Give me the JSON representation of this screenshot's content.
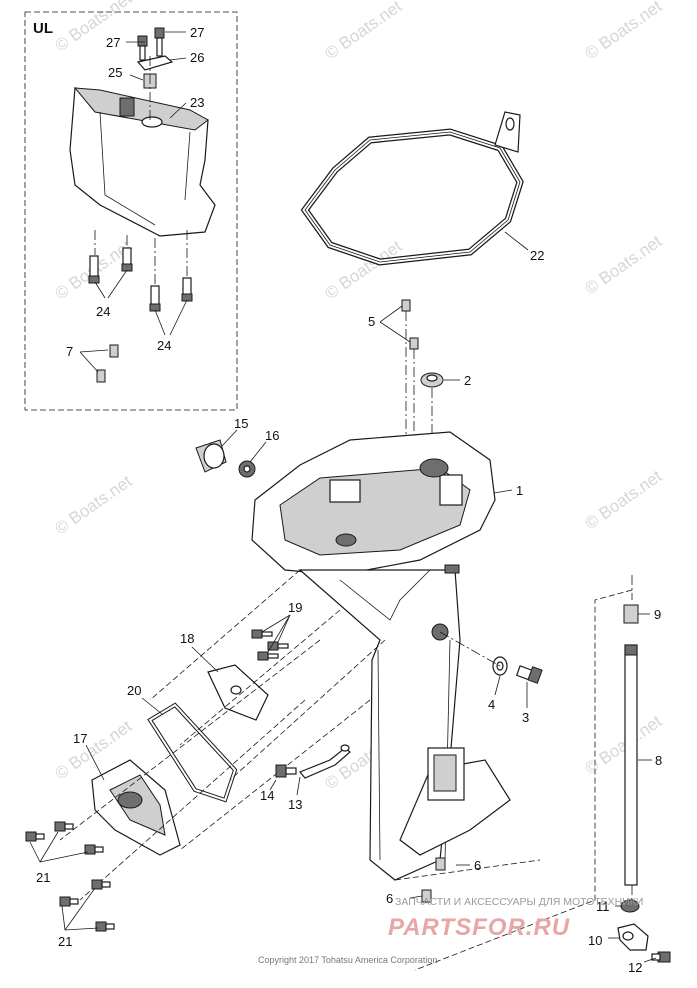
{
  "inset": {
    "label": "UL"
  },
  "callouts": [
    {
      "text": "27"
    },
    {
      "text": "27"
    },
    {
      "text": "26"
    },
    {
      "text": "25"
    },
    {
      "text": "23"
    },
    {
      "text": "24"
    },
    {
      "text": "24"
    },
    {
      "text": "7"
    },
    {
      "text": "22"
    },
    {
      "text": "5"
    },
    {
      "text": "2"
    },
    {
      "text": "15"
    },
    {
      "text": "16"
    },
    {
      "text": "1"
    },
    {
      "text": "19"
    },
    {
      "text": "18"
    },
    {
      "text": "20"
    },
    {
      "text": "17"
    },
    {
      "text": "9"
    },
    {
      "text": "4"
    },
    {
      "text": "3"
    },
    {
      "text": "8"
    },
    {
      "text": "14"
    },
    {
      "text": "13"
    },
    {
      "text": "21"
    },
    {
      "text": "21"
    },
    {
      "text": "6"
    },
    {
      "text": "6"
    },
    {
      "text": "11"
    },
    {
      "text": "10"
    },
    {
      "text": "12"
    }
  ],
  "watermark": {
    "text": "© Boats.net"
  },
  "copyright": "Copyright 2017 Tohatsu America Corporation",
  "brand": {
    "slogan": "ЗАПЧАСТИ И АКСЕССУАРЫ ДЛЯ МОТОТЕХНИКИ",
    "name": "PARTSFOR.RU"
  }
}
